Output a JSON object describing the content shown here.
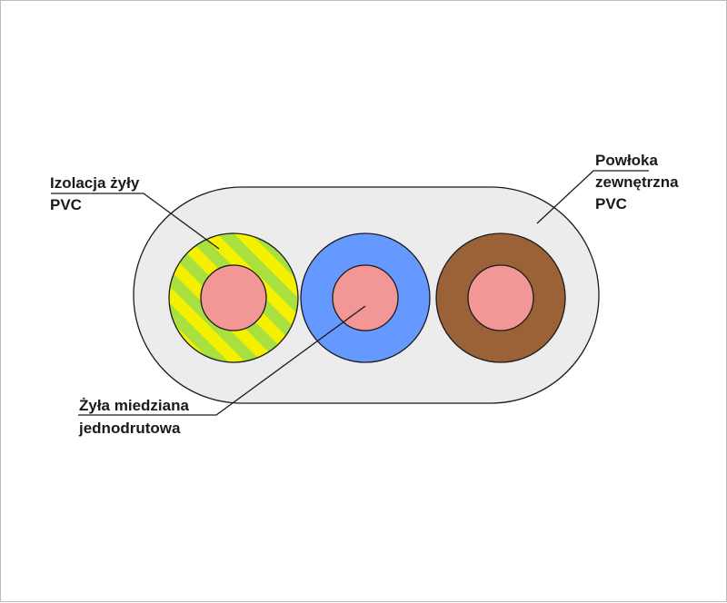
{
  "labels": {
    "insulation_line1": "Izolacja żyły",
    "insulation_line2": "PVC",
    "sheath_line1": "Powłoka",
    "sheath_line2": "zewnętrzna",
    "sheath_line3": "PVC",
    "conductor_line1": "Żyła miedziana",
    "conductor_line2": "jednodrutowa"
  },
  "colors": {
    "sheath": "#ececec",
    "core_yellow": "#f5f000",
    "core_green": "#a8e040",
    "core_blue": "#6699ff",
    "core_brown": "#9b6237",
    "copper": "#f29696",
    "outline": "#1a1a1a"
  }
}
